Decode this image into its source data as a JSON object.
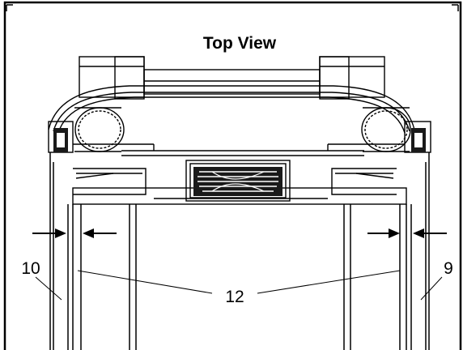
{
  "figure": {
    "title": "Top View",
    "callouts": {
      "left_guide": "10",
      "right_guide": "9",
      "uprights": "12"
    }
  },
  "colors": {
    "line": "#000000",
    "background": "#ffffff",
    "fill_dark": "#1a1a1a"
  }
}
